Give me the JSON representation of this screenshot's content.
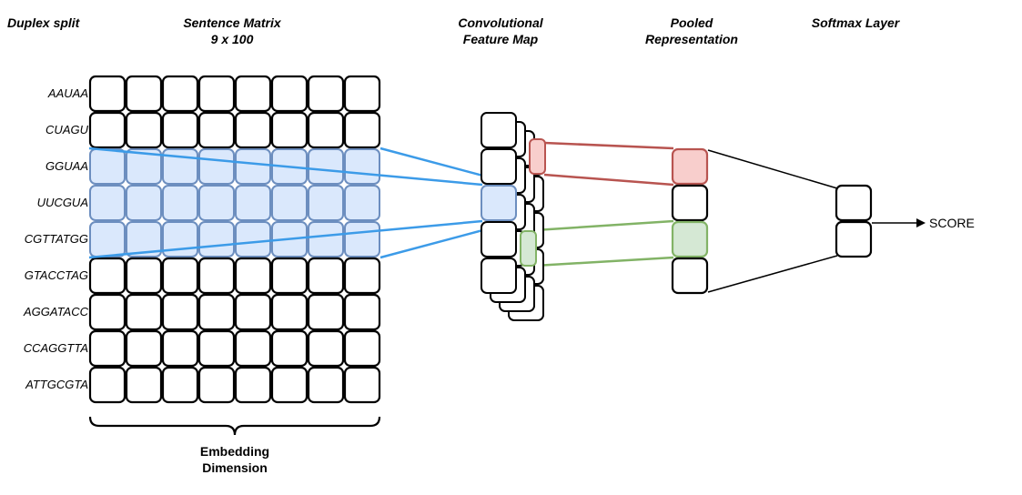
{
  "headers": {
    "duplex_split": "Duplex split",
    "sentence_matrix": "Sentence Matrix",
    "sentence_matrix_dims": "9 x 100",
    "conv_line1": "Convolutional",
    "conv_line2": "Feature Map",
    "pooled_line1": "Pooled",
    "pooled_line2": "Representation",
    "softmax": "Softmax Layer"
  },
  "sequences": [
    "AAUAA",
    "CUAGU",
    "GGUAA",
    "UUCGUA",
    "CGTTATGG",
    "GTACCTAG",
    "AGGATACC",
    "CCAGGTTA",
    "ATTGCGTA"
  ],
  "highlighted_rows": [
    2,
    3,
    4
  ],
  "matrix_columns_drawn": 8,
  "embedding_label_line1": "Embedding",
  "embedding_label_line2": "Dimension",
  "output_label": "SCORE",
  "colors": {
    "blue_fill": "#dae8fc",
    "blue_line": "#3c9be8",
    "blue_border": "#6c8ebf",
    "red_fill": "#f8cecc",
    "red_line": "#b85450",
    "green_fill": "#d5e8d4",
    "green_line": "#82b366"
  }
}
